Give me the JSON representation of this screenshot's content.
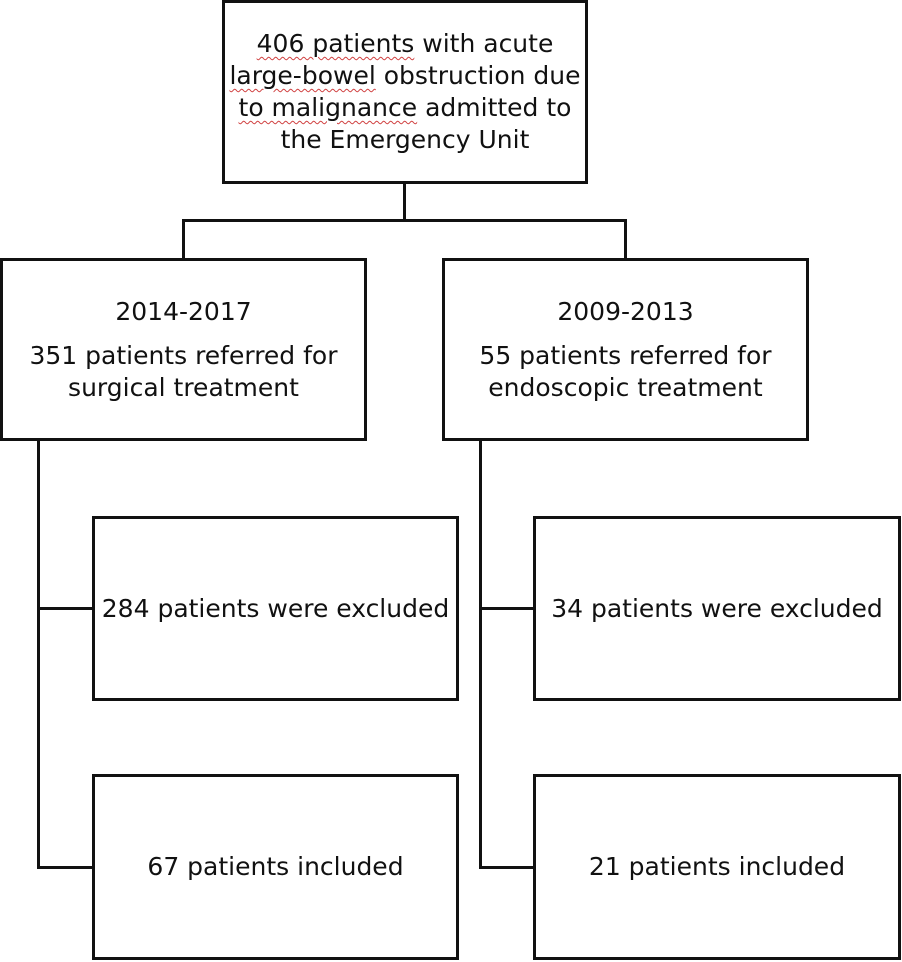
{
  "diagram": {
    "top_box": {
      "line1_squiggle": "406 patients",
      "line1_rest": " with acute",
      "line2_squiggle": "large-bowel",
      "line2_rest": " obstruction due",
      "line3_squiggle": "to malignance",
      "line3_rest": " admitted to",
      "line4": "the Emergency Unit"
    },
    "left_branch": {
      "period": "2014-2017",
      "line1": "351 patients referred for",
      "line2": "surgical treatment",
      "excluded": "284 patients were excluded",
      "included": "67 patients included"
    },
    "right_branch": {
      "period": "2009-2013",
      "line1": "55 patients referred for",
      "line2": "endoscopic treatment",
      "excluded": "34 patients were excluded",
      "included": "21 patients included"
    }
  }
}
